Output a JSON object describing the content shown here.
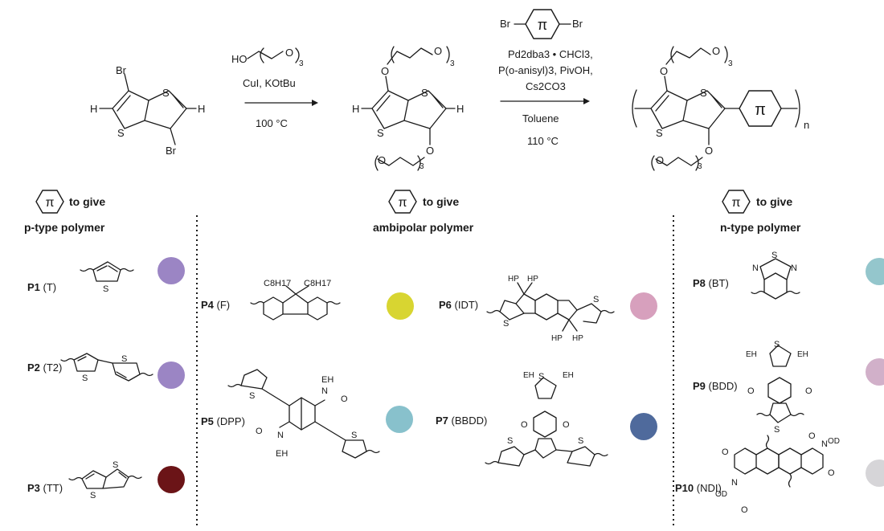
{
  "colors": {
    "P1": "#9b85c4",
    "P2": "#9b85c4",
    "P3": "#6b1417",
    "P4": "#d8d531",
    "P5": "#88c1cc",
    "P6": "#d7a0bd",
    "P7": "#4f6a9c",
    "P8": "#94c6cc",
    "P9": "#d1b0c9",
    "P10": "#d6d5d8"
  },
  "pi_symbol": "π",
  "reaction": {
    "step1": {
      "reagent_head": "HO",
      "reagent_o": "O",
      "reagent_rep": "3",
      "line1": "CuI, KOtBu",
      "line2": "100 °C"
    },
    "step2": {
      "br_left": "Br",
      "br_right": "Br",
      "line1": "Pd2dba3 • CHCl3,",
      "line2": "P(o-anisyl)3, PivOH,",
      "line3": "Cs2CO3",
      "line4": "Toluene",
      "line5": "110 °C"
    },
    "sm": {
      "br_top": "Br",
      "br_bottom": "Br",
      "h_left": "H",
      "h_right": "H",
      "s_top": "S",
      "s_bottom": "S"
    },
    "mid": {
      "o_top": "O",
      "o_bottom": "O",
      "rep": "3",
      "h_left": "H",
      "h_right": "H",
      "s_top": "S",
      "s_bottom": "S"
    },
    "product": {
      "o_top": "O",
      "o_bottom": "O",
      "rep": "3",
      "n": "n",
      "s_top": "S",
      "s_bottom": "S"
    }
  },
  "sections": [
    {
      "to_give": "to give",
      "label": "p-type polymer"
    },
    {
      "to_give": "to give",
      "label": "ambipolar polymer"
    },
    {
      "to_give": "to give",
      "label": "n-type polymer"
    }
  ],
  "polymers": [
    {
      "id": "P1",
      "abbr": "(T)"
    },
    {
      "id": "P2",
      "abbr": "(T2)"
    },
    {
      "id": "P3",
      "abbr": "(TT)"
    },
    {
      "id": "P4",
      "abbr": "(F)"
    },
    {
      "id": "P5",
      "abbr": "(DPP)"
    },
    {
      "id": "P6",
      "abbr": "(IDT)"
    },
    {
      "id": "P7",
      "abbr": "(BBDD)"
    },
    {
      "id": "P8",
      "abbr": "(BT)"
    },
    {
      "id": "P9",
      "abbr": "(BDD)"
    },
    {
      "id": "P10",
      "abbr": "(NDI)"
    }
  ],
  "atoms": {
    "s": "S",
    "n": "N",
    "o": "O",
    "hp": "HP",
    "eh": "EH",
    "od": "OD",
    "c8h17": "C8H17"
  }
}
